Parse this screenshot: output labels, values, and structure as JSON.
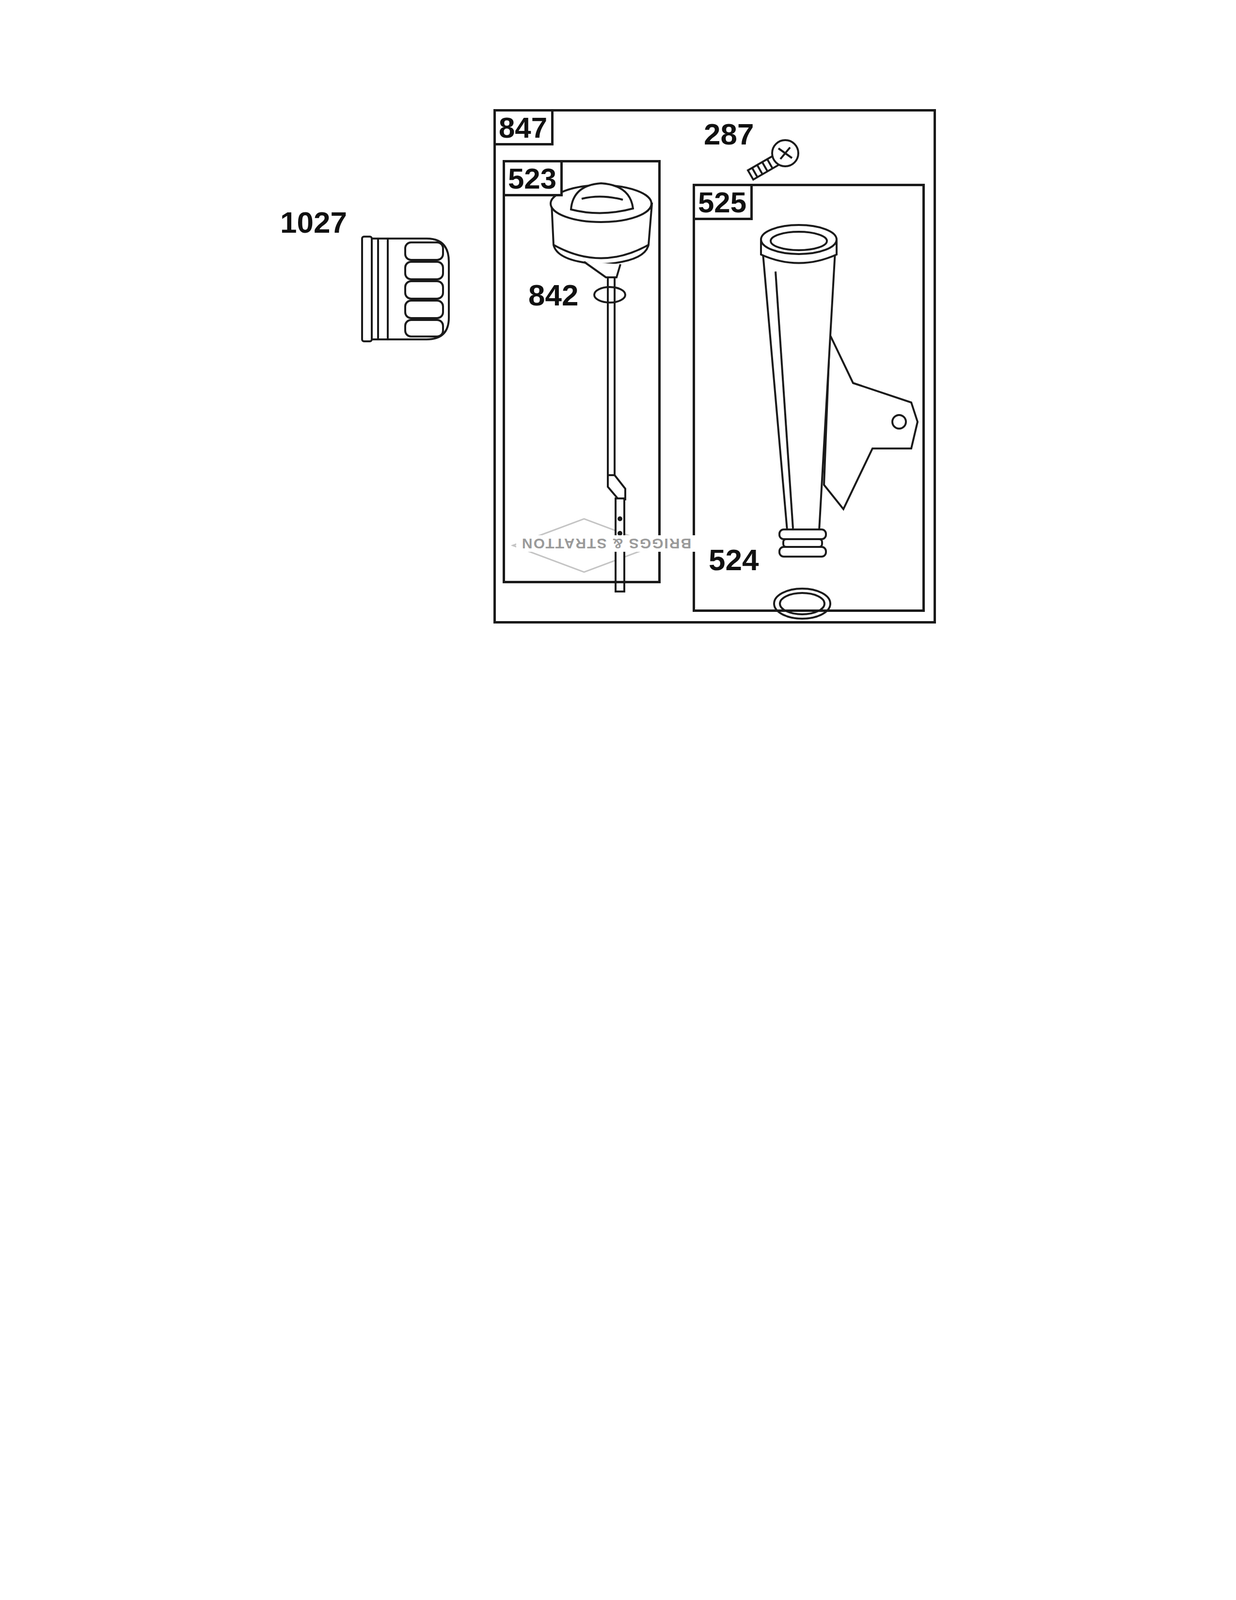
{
  "diagram": {
    "nodes": [
      {
        "text": [
          "847"
        ]
      },
      {
        "text": [
          "523"
        ],
        "in": 0
      },
      {
        "text": [
          "525"
        ],
        "in": 0
      }
    ],
    "labels": [
      "1027",
      "287",
      "842",
      "524",
      "BRIGGS & STRATTON"
    ]
  }
}
